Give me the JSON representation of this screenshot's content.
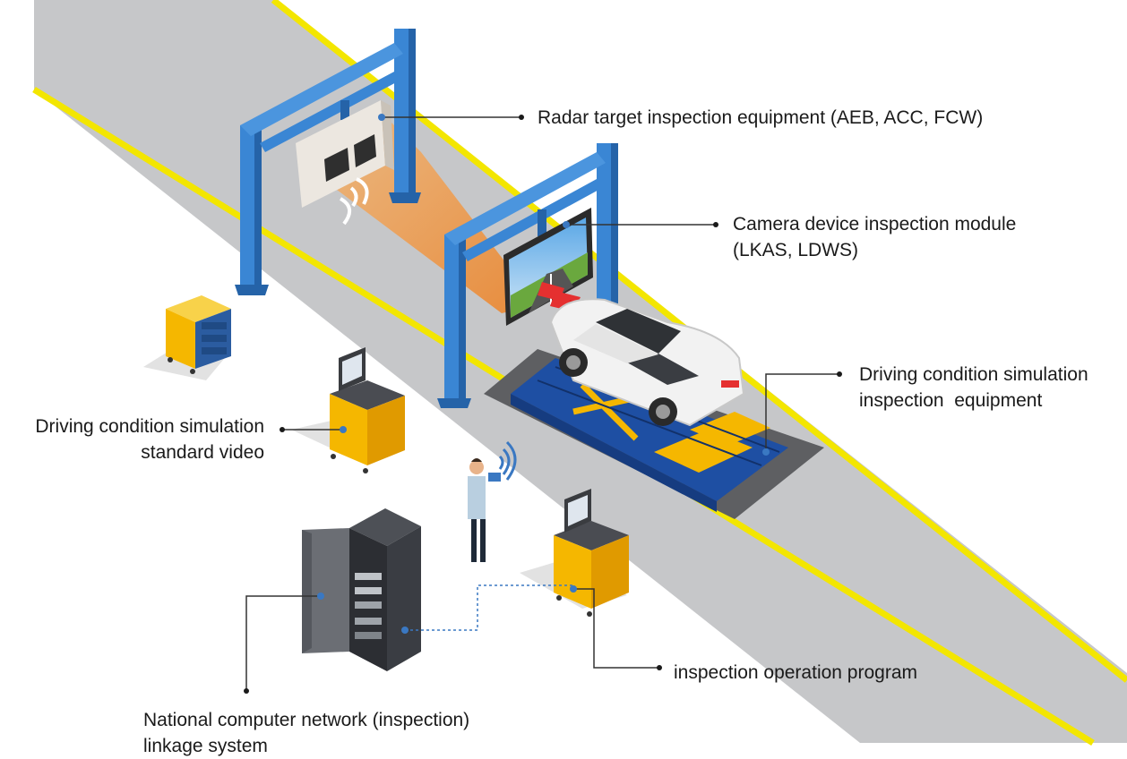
{
  "labels": {
    "radar": [
      "Radar target inspection equipment (AEB, ACC, FCW)"
    ],
    "camera": [
      "Camera device inspection module",
      "(LKAS, LDWS)"
    ],
    "driving_equipment": [
      "Driving condition simulation",
      "inspection  equipment"
    ],
    "standard_video": [
      "Driving condition simulation",
      "standard video"
    ],
    "operation_program": [
      "inspection operation program"
    ],
    "network": [
      "National computer network (inspection)",
      "linkage system"
    ]
  },
  "colors": {
    "road": "#c6c7c9",
    "road_edge": "#f3e600",
    "frame_blue": "#3a86d4",
    "frame_blue_dark": "#2563a8",
    "cart_yellow": "#f5b700",
    "platform_blue": "#1e4fa3",
    "leader_line": "#333333",
    "dotted_link": "#3a78c2"
  },
  "icons": [
    "radar-target-icon",
    "camera-screen-icon",
    "car-icon",
    "tool-cabinet-icon",
    "computer-cart-icon",
    "server-rack-icon",
    "inspector-icon",
    "wireless-signal-icon"
  ]
}
